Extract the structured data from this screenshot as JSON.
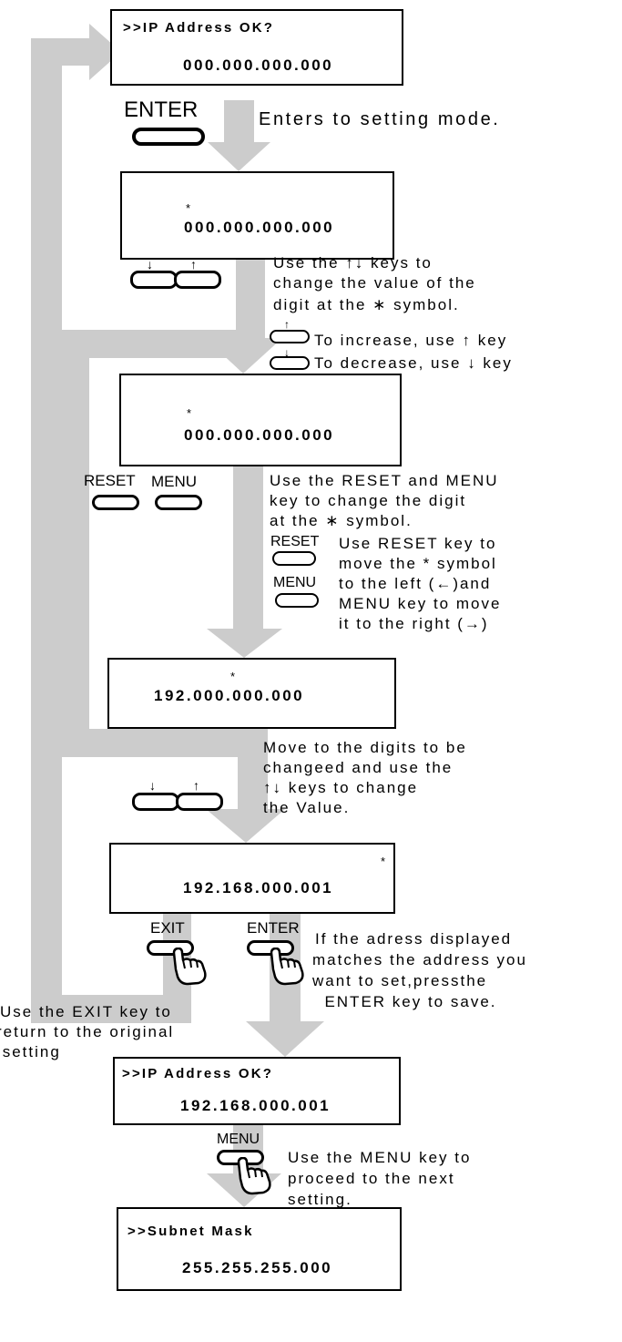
{
  "screens": [
    {
      "line1": ">>IP Address OK?",
      "line2": "000.000.000.000"
    },
    {
      "line1": "",
      "line2": "000.000.000.000",
      "star": "*"
    },
    {
      "line1": "",
      "line2": "000.000.000.000",
      "star": "*"
    },
    {
      "line1": "",
      "line2": "192.000.000.000",
      "star": "*"
    },
    {
      "line1": "",
      "line2": "192.168.000.001",
      "star": "*"
    },
    {
      "line1": ">>IP Address OK?",
      "line2": "192.168.000.001"
    },
    {
      "line1": ">>Subnet Mask",
      "line2": "255.255.255.000"
    }
  ],
  "keys": {
    "enter": "ENTER",
    "reset": "RESET",
    "menu": "MENU",
    "exit": "EXIT",
    "up_arrow": "↑",
    "down_arrow": "↓"
  },
  "notes": {
    "enter_mode": "Enters to setting mode.",
    "updown": [
      "Use the ↑↓ keys to",
      "change the value of the",
      "digit at the ∗ symbol."
    ],
    "increase": "To increase, use ↑ key",
    "decrease": "To decrease, use ↓ key",
    "reset_menu": [
      "Use the RESET and MENU",
      "key to change the digit",
      "at the ∗ symbol."
    ],
    "reset_move": [
      "Use RESET key to",
      "move the * symbol",
      "to the left (←)and",
      "MENU key to move",
      "it to the right (→)"
    ],
    "move_digits": [
      "Move to the digits to be",
      "changeed and use the",
      "↑↓ keys to change",
      " the Value."
    ],
    "enter_save": [
      "If the adress displayed",
      "matches the address you",
      "want to set,pressthe",
      "  ENTER key to save."
    ],
    "exit_return": [
      "Use the EXIT key to",
      "return to the original",
      " setting"
    ],
    "menu_next": [
      "Use the MENU key to",
      "proceed to the next",
      "setting."
    ]
  },
  "colors": {
    "arrow_gray": "#cccccc",
    "line": "#000000",
    "background": "#ffffff"
  },
  "icons": [
    "pointing-hand-icon"
  ]
}
